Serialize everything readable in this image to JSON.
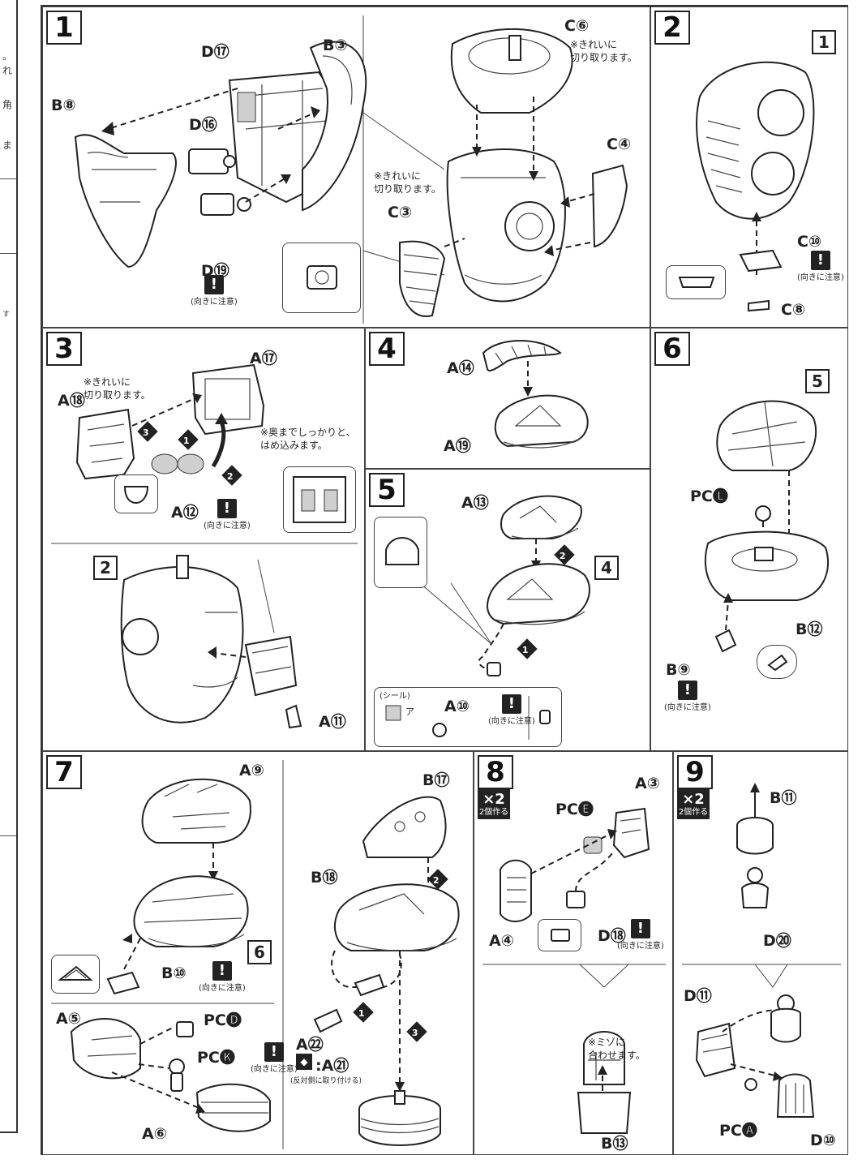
{
  "left_margin": {
    "fragments": [
      "。",
      "れ",
      "角",
      "ま",
      "す"
    ]
  },
  "steps": [
    {
      "id": "1",
      "number": "1",
      "labels": [
        "D⑰",
        "B③",
        "B⑧",
        "D⑯",
        "D⑲",
        "C⑥",
        "C④",
        "C③"
      ],
      "notes": [
        "※きれいに\n切り取ります。",
        "※きれいに\n切り取ります。"
      ],
      "warnings": [
        "(向きに注意)"
      ]
    },
    {
      "id": "2",
      "number": "2",
      "refs": [
        "1"
      ],
      "labels": [
        "C⑩",
        "C⑧"
      ],
      "warnings": [
        "(向きに注意)"
      ]
    },
    {
      "id": "3",
      "number": "3",
      "refs": [
        "2"
      ],
      "labels": [
        "A⑰",
        "A⑱",
        "A⑫",
        "A⑪"
      ],
      "notes": [
        "※きれいに\n切り取ります。",
        "※奥までしっかりと、\nはめ込みます。"
      ],
      "orders": [
        "1",
        "2",
        "3"
      ],
      "warnings": [
        "(向きに注意)"
      ]
    },
    {
      "id": "4",
      "number": "4",
      "labels": [
        "A⑭",
        "A⑲"
      ]
    },
    {
      "id": "5",
      "number": "5",
      "refs": [
        "4"
      ],
      "labels": [
        "A⑬",
        "A⑩"
      ],
      "orders": [
        "1",
        "2"
      ],
      "sticker": "(シール)",
      "sticker_mark": "ア",
      "warnings": [
        "(向きに注意)"
      ]
    },
    {
      "id": "6",
      "number": "6",
      "refs": [
        "5"
      ],
      "labels": [
        "PC🅛",
        "B⑫",
        "B⑨"
      ],
      "warnings": [
        "(向きに注意)"
      ]
    },
    {
      "id": "7",
      "number": "7",
      "refs": [
        "6"
      ],
      "labels": [
        "A⑨",
        "B⑩",
        "A⑤",
        "PC🅓",
        "PC🅚",
        "A⑥",
        "B⑰",
        "B⑱",
        "A㉒",
        ":A㉑"
      ],
      "notes": [
        "(反対側に取り付ける)"
      ],
      "orders": [
        "1",
        "2",
        "3"
      ],
      "warnings": [
        "(向きに注意)",
        "(向きに注意)"
      ]
    },
    {
      "id": "8",
      "number": "8",
      "multiplier": "×2",
      "multiplier_text": "2個作る",
      "labels": [
        "A③",
        "PC🅔",
        "A④",
        "D⑱",
        "B⑬"
      ],
      "notes": [
        "※ミゾに\n合わせます。"
      ],
      "warnings": [
        "(向きに注意)"
      ]
    },
    {
      "id": "9",
      "number": "9",
      "multiplier": "×2",
      "multiplier_text": "2個作る",
      "labels": [
        "B⑪",
        "D⑳",
        "D⑪",
        "PC🅐",
        "D⑩"
      ]
    }
  ]
}
